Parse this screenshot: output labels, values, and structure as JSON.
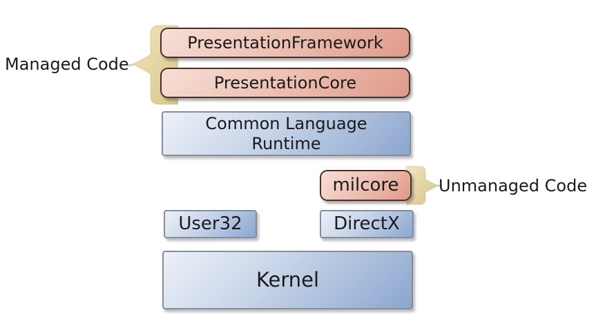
{
  "colors": {
    "bg": "#ffffff",
    "wpf-light": "#f7ded5",
    "wpf-mid": "#eec3b6",
    "wpf-dark": "#df9a8a",
    "wpf-border": "#463029",
    "sys-light": "#edf1f8",
    "sys-mid": "#c6d3e8",
    "sys-dark": "#8ca6cf",
    "sys-border": "#848e9b",
    "brace-light": "#efe5bd",
    "brace-dark": "#d9c58c",
    "text": "#1a1a1a",
    "connector": "#c9c9c9"
  },
  "annotations": {
    "managed_code": "Managed Code",
    "unmanaged_code": "Unmanaged Code"
  },
  "boxes": {
    "presentation_framework": "PresentationFramework",
    "presentation_core": "PresentationCore",
    "clr_lines": [
      "Common Language",
      "Runtime"
    ],
    "milcore": "milcore",
    "user32": "User32",
    "directx": "DirectX",
    "kernel": "Kernel"
  }
}
